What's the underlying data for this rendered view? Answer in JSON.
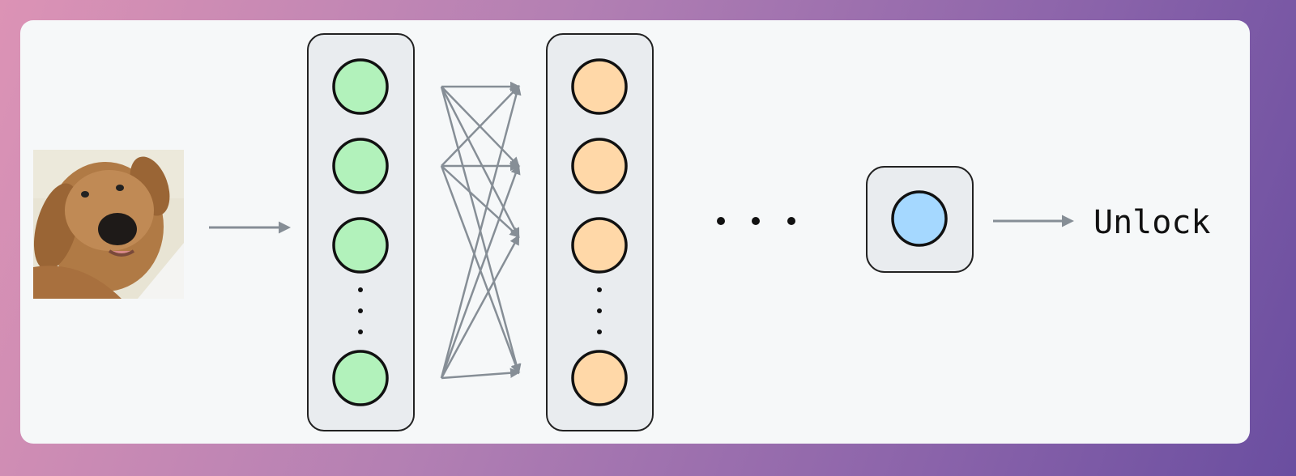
{
  "diagram": {
    "input": {
      "icon": "dog-photo",
      "caption": ""
    },
    "layers": [
      {
        "name": "input-layer",
        "visible_nodes": 4,
        "fill": "#b2f2bb"
      },
      {
        "name": "hidden-layer",
        "visible_nodes": 4,
        "fill": "#ffd8a8"
      }
    ],
    "output": {
      "fill": "#a5d8ff",
      "label": "Unlock"
    },
    "colors": {
      "background_card": "#f6f8f9",
      "arrow": "#868e96",
      "layer_box": "#e9ecef",
      "stroke": "#111111"
    }
  }
}
